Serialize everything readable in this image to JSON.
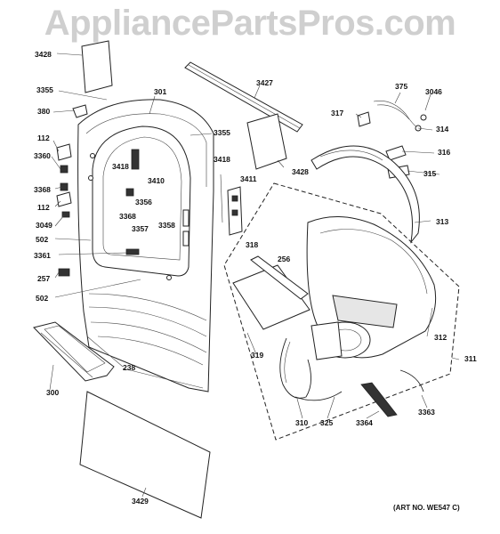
{
  "watermark": "AppliancePartsPros.com",
  "art_number": "(ART NO. WE547 C)",
  "callouts": {
    "c3428a": "3428",
    "c3355a": "3355",
    "c301": "301",
    "c380": "380",
    "c3355b": "3355",
    "c112a": "112",
    "c3360": "3360",
    "c3418a": "3418",
    "c3410": "3410",
    "c3418b": "3418",
    "c3411": "3411",
    "c3427": "3427",
    "c3428b": "3428",
    "c375": "375",
    "c3046": "3046",
    "c317": "317",
    "c314": "314",
    "c316": "316",
    "c315": "315",
    "c3368a": "3368",
    "c112b": "112",
    "c3356": "3356",
    "c3368b": "3368",
    "c3049": "3049",
    "c3357": "3357",
    "c3358": "3358",
    "c313": "313",
    "c502a": "502",
    "c3361": "3361",
    "c318": "318",
    "c256": "256",
    "c257": "257",
    "c502b": "502",
    "c319": "319",
    "c312": "312",
    "c311": "311",
    "c238": "238",
    "c300": "300",
    "c310": "310",
    "c325": "325",
    "c3364": "3364",
    "c3363": "3363",
    "c3429": "3429"
  }
}
